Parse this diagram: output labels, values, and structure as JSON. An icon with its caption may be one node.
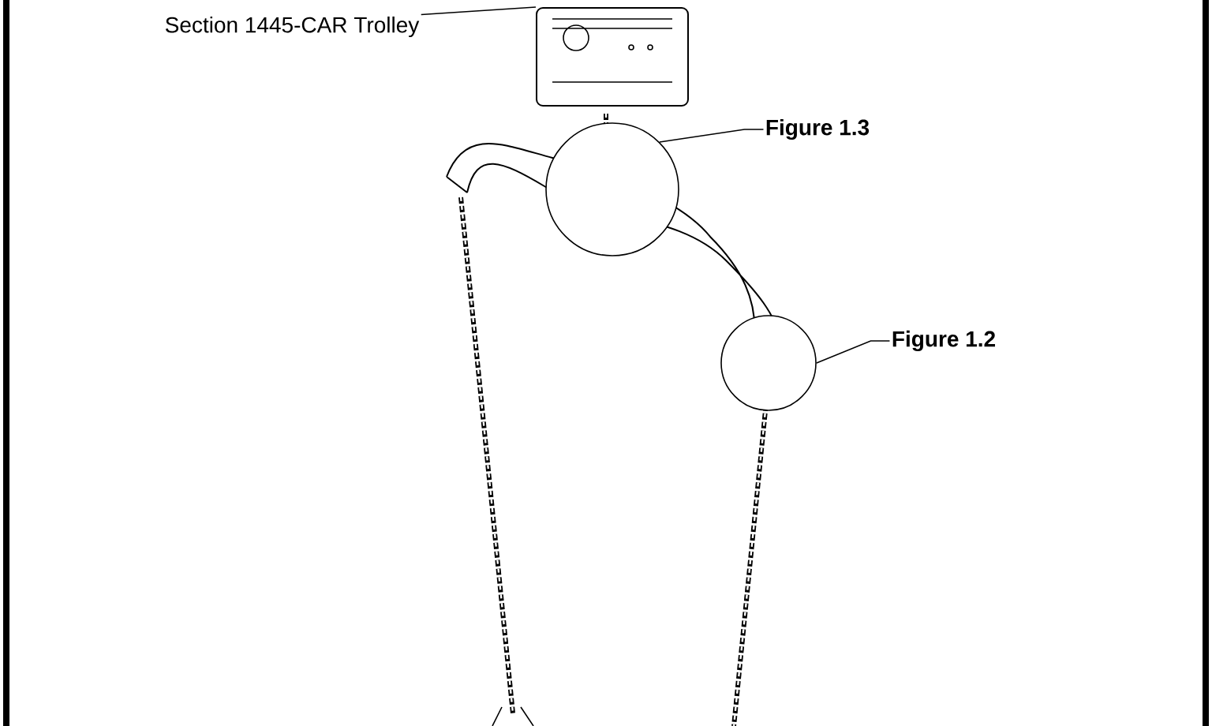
{
  "diagram": {
    "nodes": [
      {
        "text": [
          "Section 1445-CAR Trolley"
        ]
      },
      {
        "text": [],
        "shape": "picture"
      },
      {
        "text": [
          "Figure 1.3"
        ]
      },
      {
        "text": [],
        "shape": "circle"
      },
      {
        "text": [
          "Figure 1.2"
        ]
      },
      {
        "text": [],
        "shape": "circle"
      }
    ],
    "edges": [
      {
        "from": 0,
        "to": 1,
        "arrow": "none"
      },
      {
        "from": 2,
        "to": 3,
        "arrow": "none"
      },
      {
        "from": 4,
        "to": 5,
        "arrow": "none"
      }
    ]
  }
}
